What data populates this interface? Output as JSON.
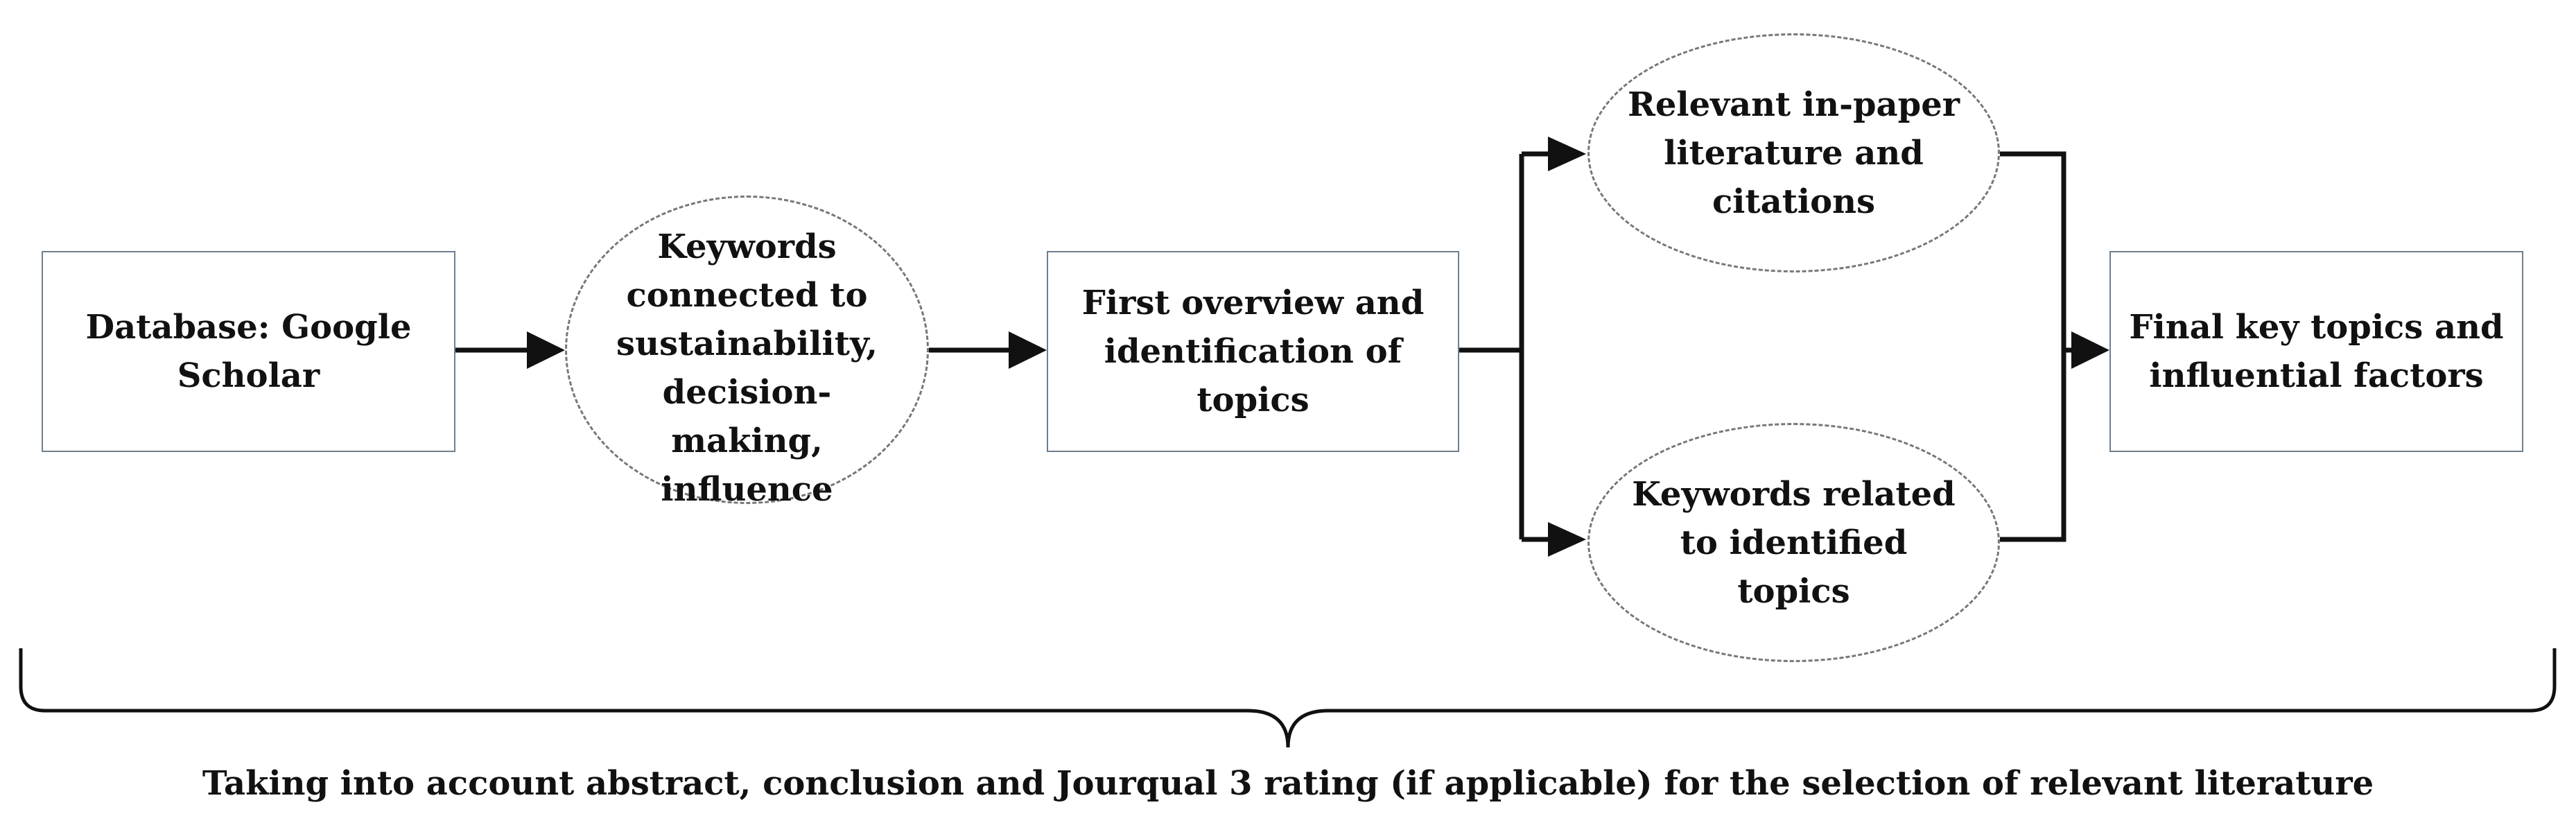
{
  "diagram": {
    "nodes": {
      "database": {
        "label": "Database: Google\nScholar"
      },
      "keywords": {
        "label": "Keywords\nconnected to\nsustainability,\ndecision-\nmaking,\ninfluence"
      },
      "overview": {
        "label": "First overview and\nidentification of\ntopics"
      },
      "inpaper": {
        "label": "Relevant in-paper\nliterature and\ncitations"
      },
      "related": {
        "label": "Keywords related\nto identified\ntopics"
      },
      "final": {
        "label": "Final key topics and\ninfluential factors"
      }
    },
    "caption": "Taking into account abstract, conclusion and Jourqual 3 rating (if applicable) for the selection of relevant literature"
  },
  "colors": {
    "line": "#111111",
    "box_border": "#6f7f8f",
    "ellipse_border": "#777777",
    "text": "#111111"
  }
}
